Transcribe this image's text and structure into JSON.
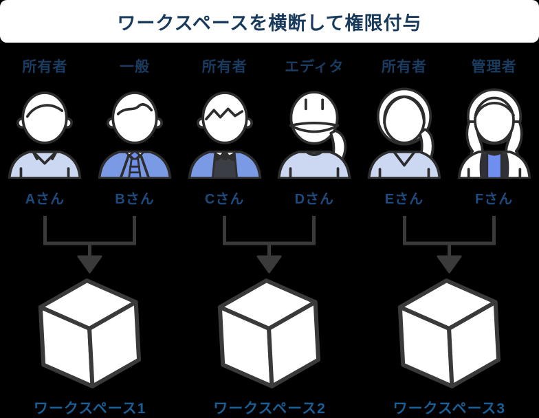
{
  "title": "ワークスペースを横断して権限付与",
  "persons": [
    {
      "role": "所有者",
      "name": "Aさん",
      "avatar": "man-light-collared-shirt"
    },
    {
      "role": "一般",
      "name": "Bさん",
      "avatar": "man-blue-suit-tie"
    },
    {
      "role": "所有者",
      "name": "Cさん",
      "avatar": "man-bowtie-vest"
    },
    {
      "role": "エディタ",
      "name": "Dさん",
      "avatar": "person-cap-ponytail"
    },
    {
      "role": "所有者",
      "name": "Eさん",
      "avatar": "woman-long-hair"
    },
    {
      "role": "管理者",
      "name": "Fさん",
      "avatar": "woman-wavy-hair-jacket"
    }
  ],
  "workspaces": [
    {
      "label": "ワークスペース1"
    },
    {
      "label": "ワークスペース2"
    },
    {
      "label": "ワークスペース3"
    }
  ],
  "icons": {
    "connector": "bracket-down-arrow",
    "workspace": "isometric-cube"
  },
  "colors": {
    "background": "#000000",
    "title_bar": "#ffffff",
    "title_text": "#17395c",
    "role_text": "#1a3c60",
    "name_text": "#1e4b7e",
    "workspace_text": "#195e94",
    "shirt_light": "#ccd7f2",
    "suit_blue": "#7b9ae6",
    "top_blue": "#6e8ef0",
    "outline_dark": "#2d2d2d",
    "line_gray": "#3a3a3a"
  }
}
